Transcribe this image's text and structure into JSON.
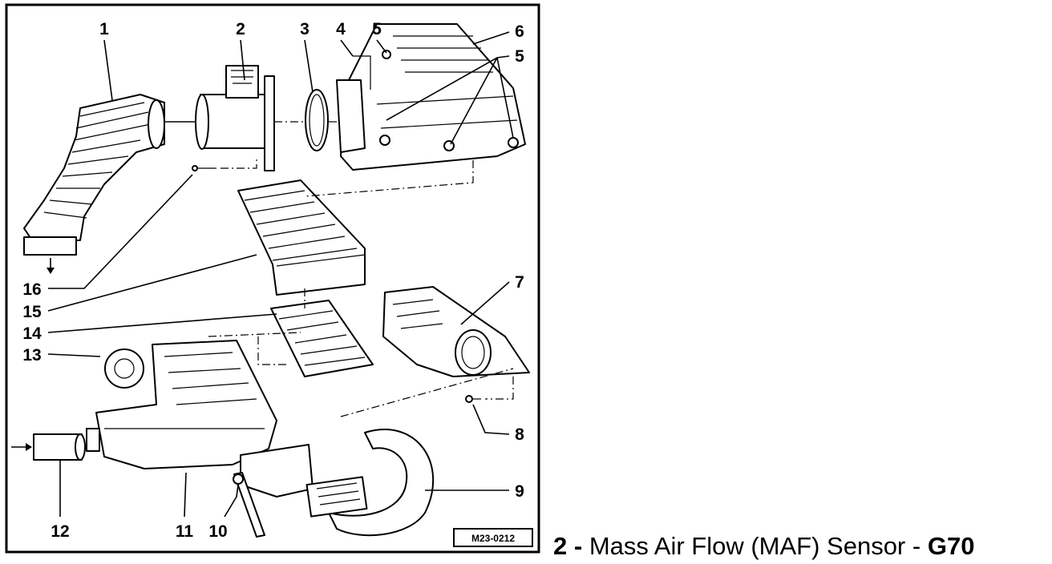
{
  "diagram": {
    "drawing_code": "M23-0212",
    "callouts": [
      "1",
      "2",
      "3",
      "4",
      "5",
      "5",
      "6",
      "7",
      "8",
      "9",
      "10",
      "11",
      "12",
      "13",
      "14",
      "15",
      "16"
    ]
  },
  "caption": {
    "item_number": "2 -",
    "part_name": "Mass Air Flow (MAF) Sensor",
    "separator": "-",
    "part_code": "G70"
  }
}
